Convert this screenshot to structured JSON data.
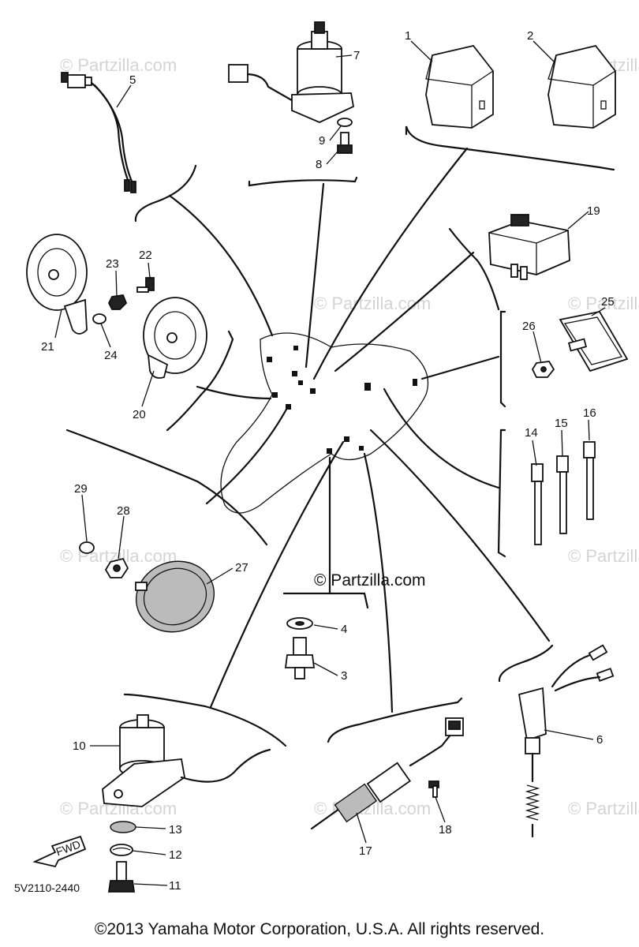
{
  "diagram": {
    "watermark": "© Partzilla.com",
    "drawing_code": "5V2110-2440",
    "forward_label": "FWD",
    "callouts": [
      "1",
      "2",
      "3",
      "4",
      "5",
      "6",
      "7",
      "8",
      "9",
      "10",
      "11",
      "12",
      "13",
      "14",
      "15",
      "16",
      "17",
      "18",
      "19",
      "20",
      "21",
      "22",
      "23",
      "24",
      "25",
      "26",
      "27",
      "28",
      "29"
    ]
  },
  "footer": {
    "copyright": "©2013 Yamaha Motor Corporation, U.S.A. All rights reserved."
  }
}
